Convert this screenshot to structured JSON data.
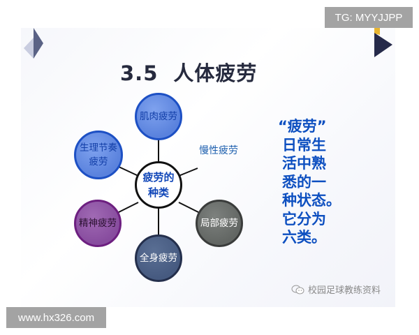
{
  "watermarks": {
    "top_right": "TG: MYYJJPP",
    "bottom_left": "www.hx326.com"
  },
  "slide": {
    "title_number": "3.5",
    "title_text": "人体疲劳",
    "diagram": {
      "center": {
        "line1": "疲劳的",
        "line2": "种类"
      },
      "nodes": [
        {
          "id": "muscle",
          "label": "肌肉疲劳",
          "color": "#5a82dd"
        },
        {
          "id": "rhythm",
          "line1": "生理节奏",
          "line2": "疲劳",
          "color": "#5a82dd"
        },
        {
          "id": "mental",
          "label": "精神疲劳",
          "color": "#874c9e"
        },
        {
          "id": "whole-body",
          "label": "全身疲劳",
          "color": "#465a80"
        },
        {
          "id": "local",
          "label": "局部疲劳",
          "color": "#626663"
        }
      ],
      "chronic_label": "慢性疲劳"
    },
    "side_text": {
      "lines": [
        "“疲劳”",
        "日常生",
        "活中熟",
        "悉的一",
        "种状态。",
        "它分为",
        "六类。"
      ]
    },
    "source": {
      "icon": "wechat-icon",
      "label": "校园足球教练资料"
    },
    "decorations": {
      "left_icon": "diamond-arrow-icon",
      "right_icon": "play-triangle-icon",
      "accent_color": "#e8b531",
      "dark_color": "#262a4a"
    }
  }
}
